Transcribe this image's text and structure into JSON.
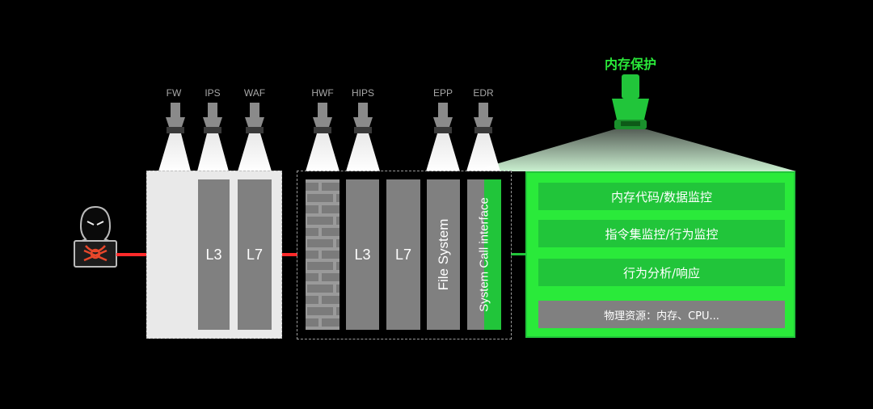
{
  "title": "内存保护",
  "light_labels": [
    "FW",
    "IPS",
    "WAF",
    "HWF",
    "HIPS",
    "EPP",
    "EDR"
  ],
  "zone1_columns": [
    "L3",
    "L7"
  ],
  "zone2_columns": [
    "L3",
    "L7",
    "File System",
    "System Call interface"
  ],
  "panel_rows": [
    "内存代码/数据监控",
    "指令集监控/行为监控",
    "行为分析/响应",
    "物理资源：内存、CPU..."
  ],
  "colors": {
    "accent": "#21c53a",
    "wire": "#ff2a2a",
    "column": "#808080",
    "bright": "#2aea3a"
  }
}
